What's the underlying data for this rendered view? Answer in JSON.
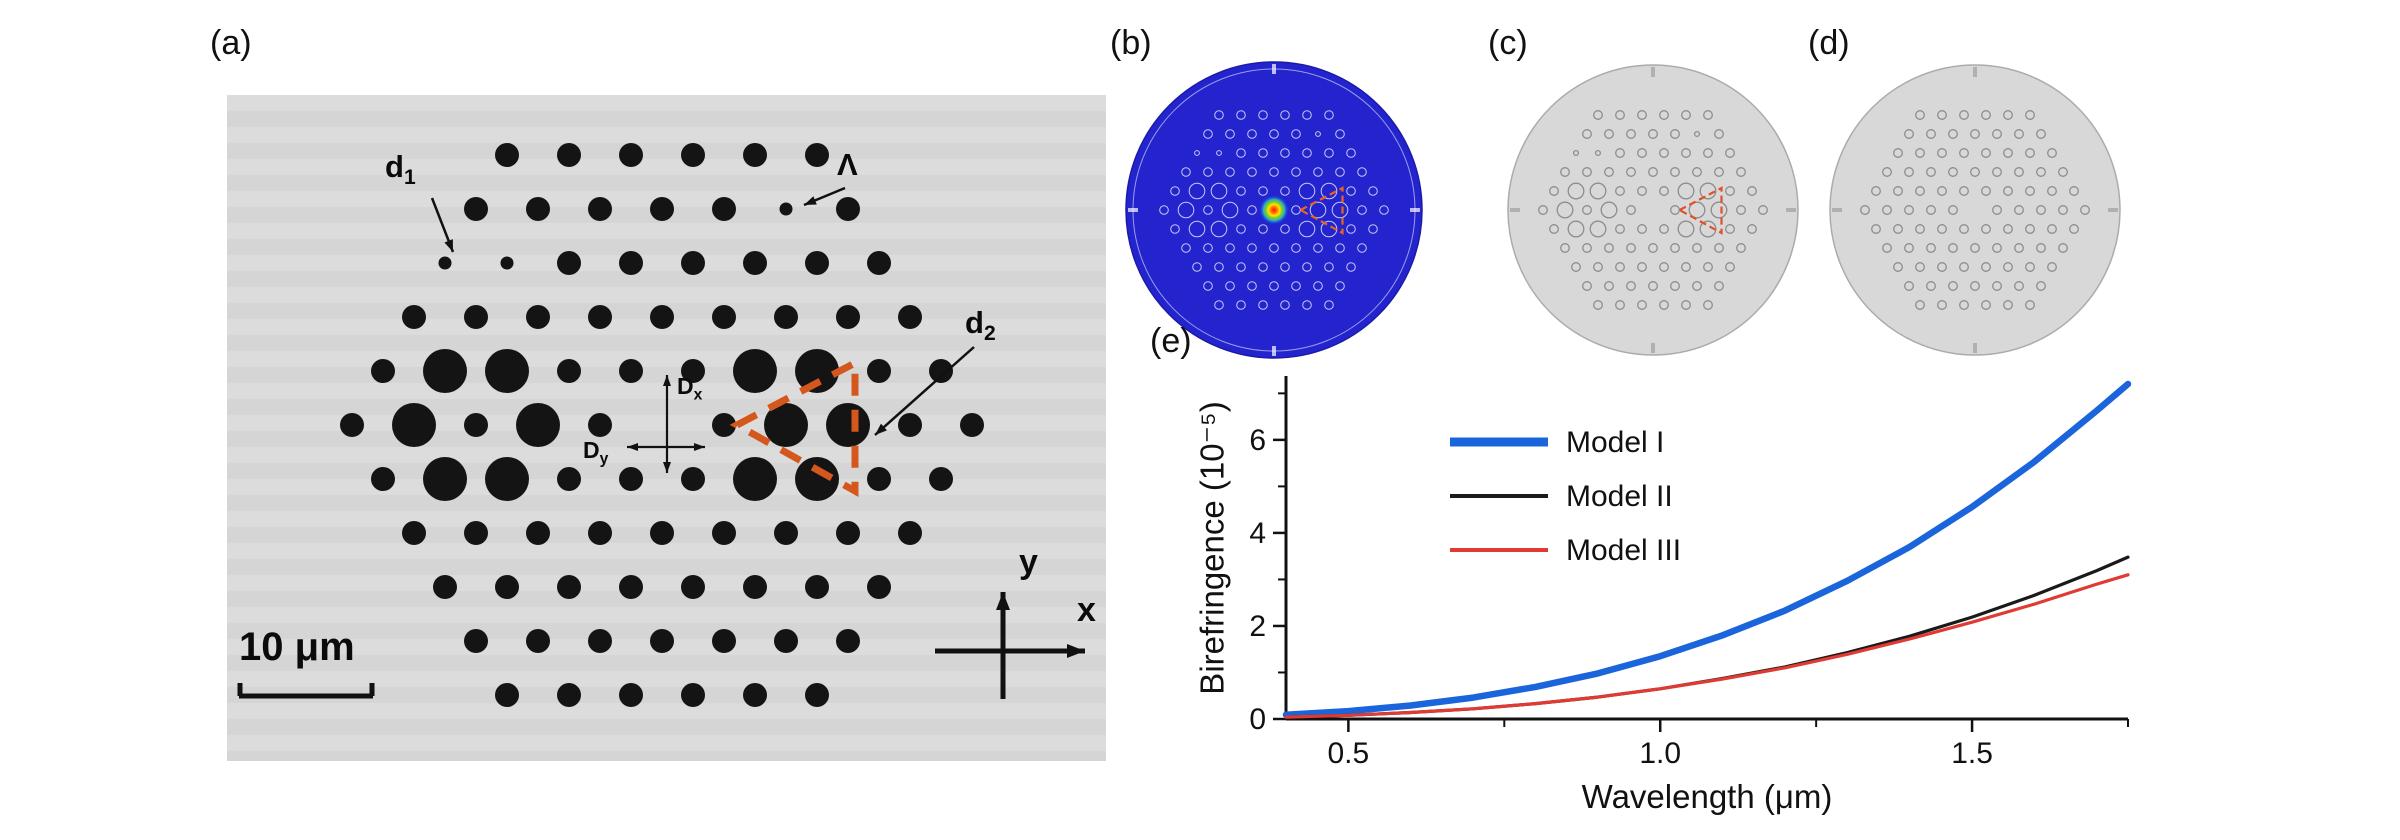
{
  "panels": {
    "a": "(a)",
    "b": "(b)",
    "c": "(c)",
    "d": "(d)",
    "e": "(e)"
  },
  "panel_a": {
    "labels": {
      "d1": {
        "main": "d",
        "sub": "1"
      },
      "lambda": "Λ",
      "d2": {
        "main": "d",
        "sub": "2"
      },
      "Dx": {
        "main": "D",
        "sub": "x"
      },
      "Dy": {
        "main": "D",
        "sub": "y"
      },
      "scale_bar": "10 μm",
      "axis_x": "x",
      "axis_y": "y"
    },
    "accent_color": "#d4571e",
    "hole_color": "#141414"
  },
  "fiber": {
    "rows": 11,
    "missing": [
      [
        0,
        0
      ]
    ],
    "big": [
      [
        -1,
        -2.5
      ],
      [
        -1,
        -3.5
      ],
      [
        0,
        -4
      ],
      [
        0,
        -2
      ],
      [
        1,
        -3.5
      ],
      [
        1,
        -2.5
      ],
      [
        -1,
        1.5
      ],
      [
        -1,
        2.5
      ],
      [
        0,
        2
      ],
      [
        0,
        3
      ],
      [
        1,
        1.5
      ],
      [
        1,
        2.5
      ]
    ],
    "small": [
      [
        -4,
        -2.5
      ],
      [
        -3,
        -3.5
      ],
      [
        -3,
        -2.5
      ],
      [
        -4,
        2
      ]
    ],
    "mode_field_colors": [
      "#ff1800",
      "#ff7a00",
      "#ffe400",
      "#7ec820",
      "#28b6c8"
    ],
    "cladding_blue": "#2424cf",
    "cladding_gray": "#d8d8d8"
  },
  "chart_data": {
    "type": "line",
    "title": "",
    "xlabel": "Wavelength (μm)",
    "ylabel": "Birefringence (10⁻⁵)",
    "xlim": [
      0.4,
      1.75
    ],
    "ylim": [
      0,
      7.33
    ],
    "xticks": [
      0.5,
      1.0,
      1.5
    ],
    "xtick_labels": [
      "0.5",
      "1.0",
      "1.5"
    ],
    "xminor": [
      0.75,
      1.25,
      1.75
    ],
    "yticks": [
      0,
      2,
      4,
      6
    ],
    "ytick_labels": [
      "0",
      "2",
      "4",
      "6"
    ],
    "yminor": [
      1,
      3,
      5,
      7
    ],
    "grid": false,
    "legend_position": "upper-left-inside",
    "x": [
      0.4,
      0.5,
      0.6,
      0.7,
      0.8,
      0.9,
      1.0,
      1.1,
      1.2,
      1.3,
      1.4,
      1.5,
      1.6,
      1.7,
      1.75
    ],
    "series": [
      {
        "name": "Model I",
        "color": "#1a64dc",
        "width": 6.5,
        "values": [
          0.09,
          0.17,
          0.29,
          0.46,
          0.69,
          0.98,
          1.35,
          1.8,
          2.33,
          2.97,
          3.7,
          4.56,
          5.53,
          6.63,
          7.2
        ]
      },
      {
        "name": "Model II",
        "color": "#1a1a1a",
        "width": 3.2,
        "values": [
          0.04,
          0.08,
          0.14,
          0.22,
          0.33,
          0.47,
          0.65,
          0.87,
          1.12,
          1.43,
          1.78,
          2.19,
          2.66,
          3.19,
          3.48
        ]
      },
      {
        "name": "Model III",
        "color": "#e03a34",
        "width": 3.2,
        "values": [
          0.04,
          0.08,
          0.14,
          0.22,
          0.33,
          0.47,
          0.65,
          0.86,
          1.1,
          1.39,
          1.72,
          2.08,
          2.47,
          2.9,
          3.1
        ]
      }
    ]
  }
}
